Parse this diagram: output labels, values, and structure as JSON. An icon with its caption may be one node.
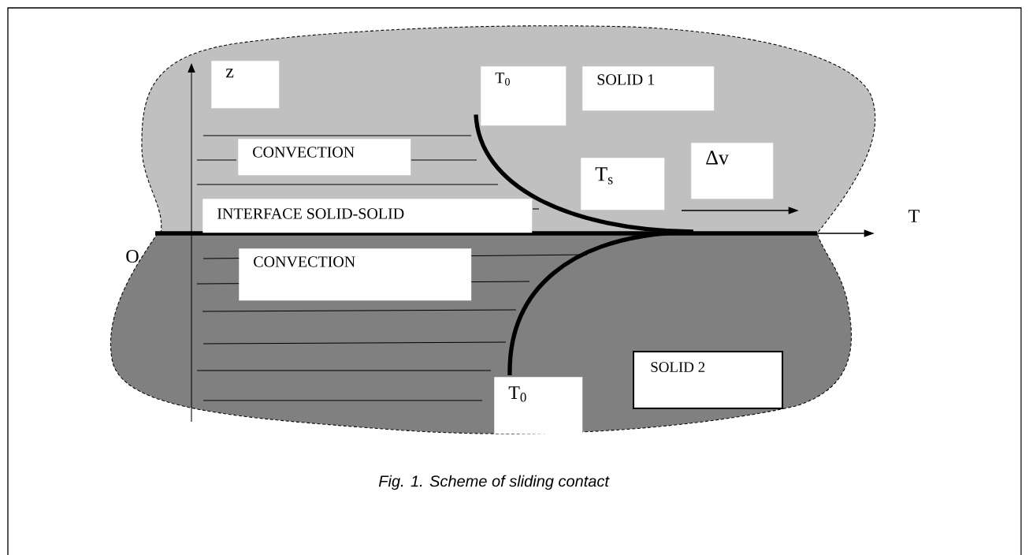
{
  "diagram": {
    "caption": "*Fig. 1.  Scheme of sliding contact*",
    "nodes": [
      {
        "text": [
          "z"
        ]
      },
      {
        "text": [
          "T$_{0}$"
        ]
      },
      {
        "text": [
          "SOLID 1"
        ]
      },
      {
        "text": [
          "CONVECTION"
        ]
      },
      {
        "text": [
          "T$_{s}$"
        ]
      },
      {
        "text": [
          "Δv"
        ]
      },
      {
        "text": [
          "INTERFACE SOLID-SOLID"
        ]
      },
      {
        "text": [
          "CONVECTION"
        ]
      },
      {
        "text": [
          "T$_{0}$"
        ]
      },
      {
        "text": [
          "SOLID 2"
        ]
      }
    ],
    "edges": [
      {
        "from": 1,
        "to": 8,
        "arrow": "none"
      }
    ],
    "labels": [
      "T",
      "O"
    ]
  }
}
